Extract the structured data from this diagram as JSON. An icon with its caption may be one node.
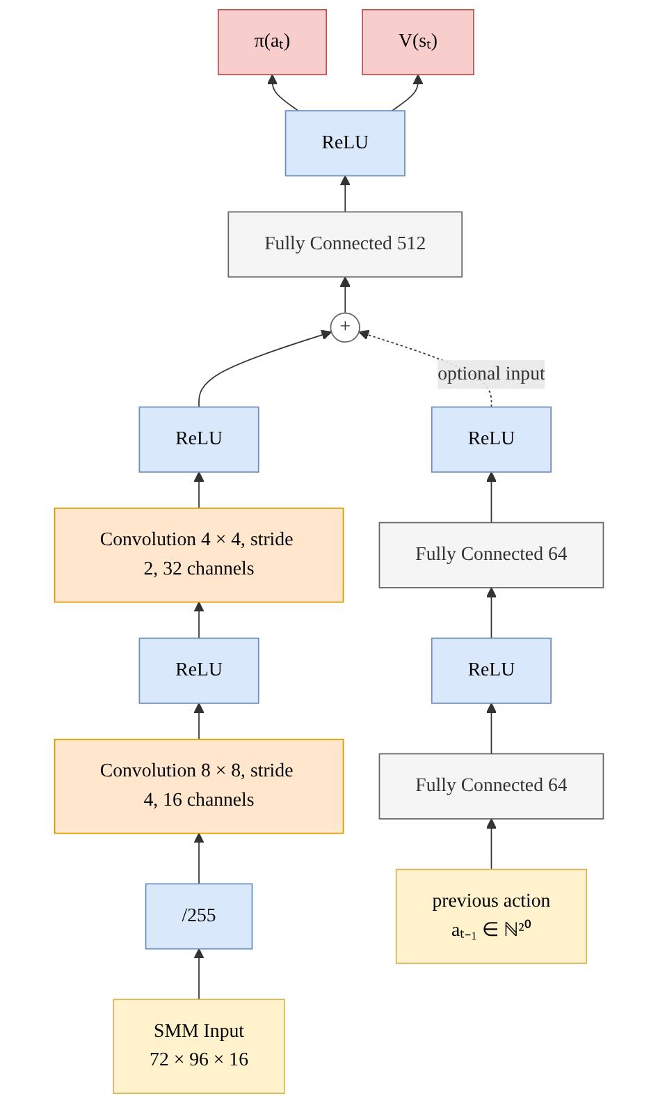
{
  "diagram": {
    "nodes": [
      {
        "text": [
          "π(aₜ)"
        ]
      },
      {
        "text": [
          "V(sₜ)"
        ]
      },
      {
        "text": [
          "ReLU"
        ]
      },
      {
        "text": [
          "Fully Connected 512"
        ]
      },
      {
        "text": [
          "+"
        ]
      },
      {
        "text": [
          "ReLU"
        ]
      },
      {
        "text": [
          "Convolution 4 × 4, stride 2, 32 channels"
        ]
      },
      {
        "text": [
          "ReLU"
        ]
      },
      {
        "text": [
          "ReLU"
        ]
      },
      {
        "text": [
          "Fully Connected 64"
        ]
      },
      {
        "text": [
          "Convolution 8 × 8, stride 4, 16 channels"
        ]
      },
      {
        "text": [
          "ReLU"
        ]
      },
      {
        "text": [
          "/255"
        ]
      },
      {
        "text": [
          "Fully Connected 64"
        ]
      },
      {
        "text": [
          "SMM Input",
          "72 × 96 × 16"
        ]
      },
      {
        "text": [
          "previous action",
          "aₜ₋₁ ∈ ℕ²⁰"
        ]
      }
    ],
    "edges": [
      {
        "from": 2,
        "to": 0,
        "arrow": "to"
      },
      {
        "from": 2,
        "to": 1,
        "arrow": "to"
      },
      {
        "from": 3,
        "to": 2,
        "arrow": "to"
      },
      {
        "from": 4,
        "to": 3,
        "arrow": "to"
      },
      {
        "from": 5,
        "to": 4,
        "arrow": "to"
      },
      {
        "from": 6,
        "to": 5,
        "arrow": "to"
      },
      {
        "from": 8,
        "to": 6,
        "arrow": "to"
      },
      {
        "from": 10,
        "to": 8,
        "arrow": "to"
      },
      {
        "from": 12,
        "to": 10,
        "arrow": "to"
      },
      {
        "from": 14,
        "to": 12,
        "arrow": "to"
      },
      {
        "from": 15,
        "to": 13,
        "arrow": "to"
      },
      {
        "from": 13,
        "to": 11,
        "arrow": "to"
      },
      {
        "from": 11,
        "to": 9,
        "arrow": "to"
      },
      {
        "from": 9,
        "to": 7,
        "arrow": "to"
      },
      {
        "from": 7,
        "to": 4,
        "arrow": "to",
        "style": "dashed",
        "label": "optional input"
      }
    ]
  }
}
